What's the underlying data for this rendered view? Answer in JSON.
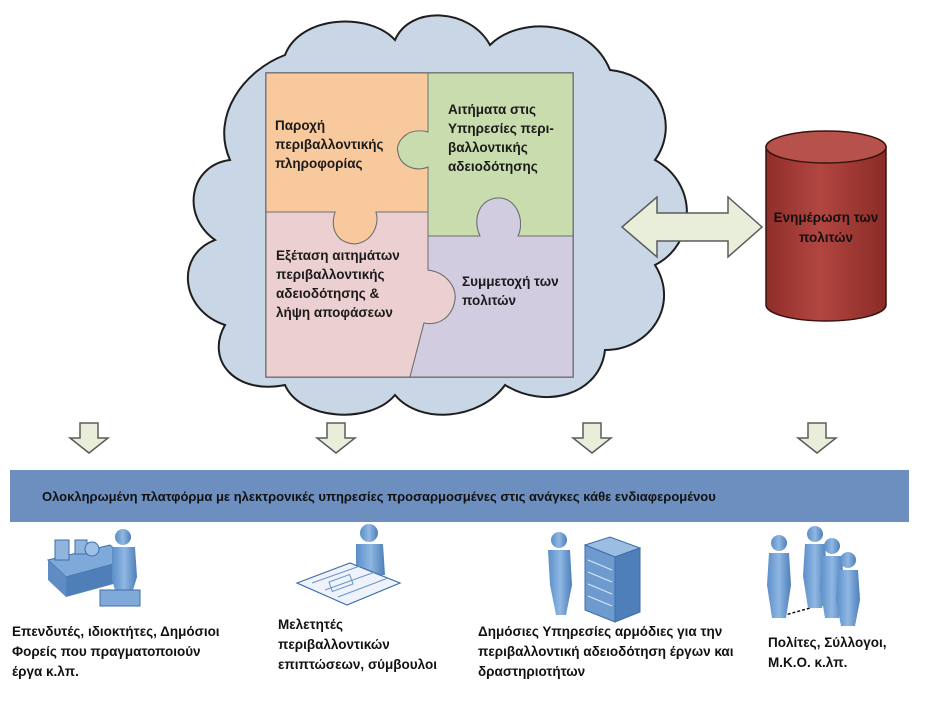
{
  "puzzle": {
    "provision": "Παροχή περιβαλλοντικής πληροφορίας",
    "applications": "Αιτήματα στις Υπηρεσίες περι-βαλλοντικής αδειοδότησης",
    "examination": "Εξέταση αιτημάτων περιβαλλοντικής αδειοδότησης & λήψη αποφάσεων",
    "participation": "Συμμετοχή των πολιτών"
  },
  "database": {
    "label": "Ενημέρωση των πολιτών"
  },
  "platform": {
    "label": "Ολοκληρωμένη πλατφόρμα με ηλεκτρονικές υπηρεσίες προσαρμοσμένες στις ανάγκες κάθε ενδιαφερομένου"
  },
  "stakeholders": [
    {
      "label": "Επενδυτές, ιδιοκτήτες, Δημόσιοι Φορείς που πραγματοποιούν έργα κ.λπ.",
      "icon": "factory-worker-icon"
    },
    {
      "label": "Μελετητές περιβαλλοντικών επιπτώσεων, σύμβουλοι",
      "icon": "engineer-blueprint-icon"
    },
    {
      "label": "Δημόσιες Υπηρεσίες αρμόδιες για την περιβαλλοντική αδειοδότηση έργων και δραστηριοτήτων",
      "icon": "server-admin-icon"
    },
    {
      "label": "Πολίτες, Σύλλογοι, Μ.Κ.Ο. κ.λπ.",
      "icon": "people-group-icon"
    }
  ],
  "colors": {
    "cloud": "#c9d6e6",
    "cloud_stroke": "#1e1e1e",
    "piece_provision": "#f9c99e",
    "piece_applications": "#c9dcae",
    "piece_examination": "#eccfd0",
    "piece_participation": "#d2cce1",
    "cylinder": "#a73b36",
    "banner": "#6d8fc0",
    "arrow_fill": "#e9eedb",
    "figure": "#6f9fd2"
  }
}
